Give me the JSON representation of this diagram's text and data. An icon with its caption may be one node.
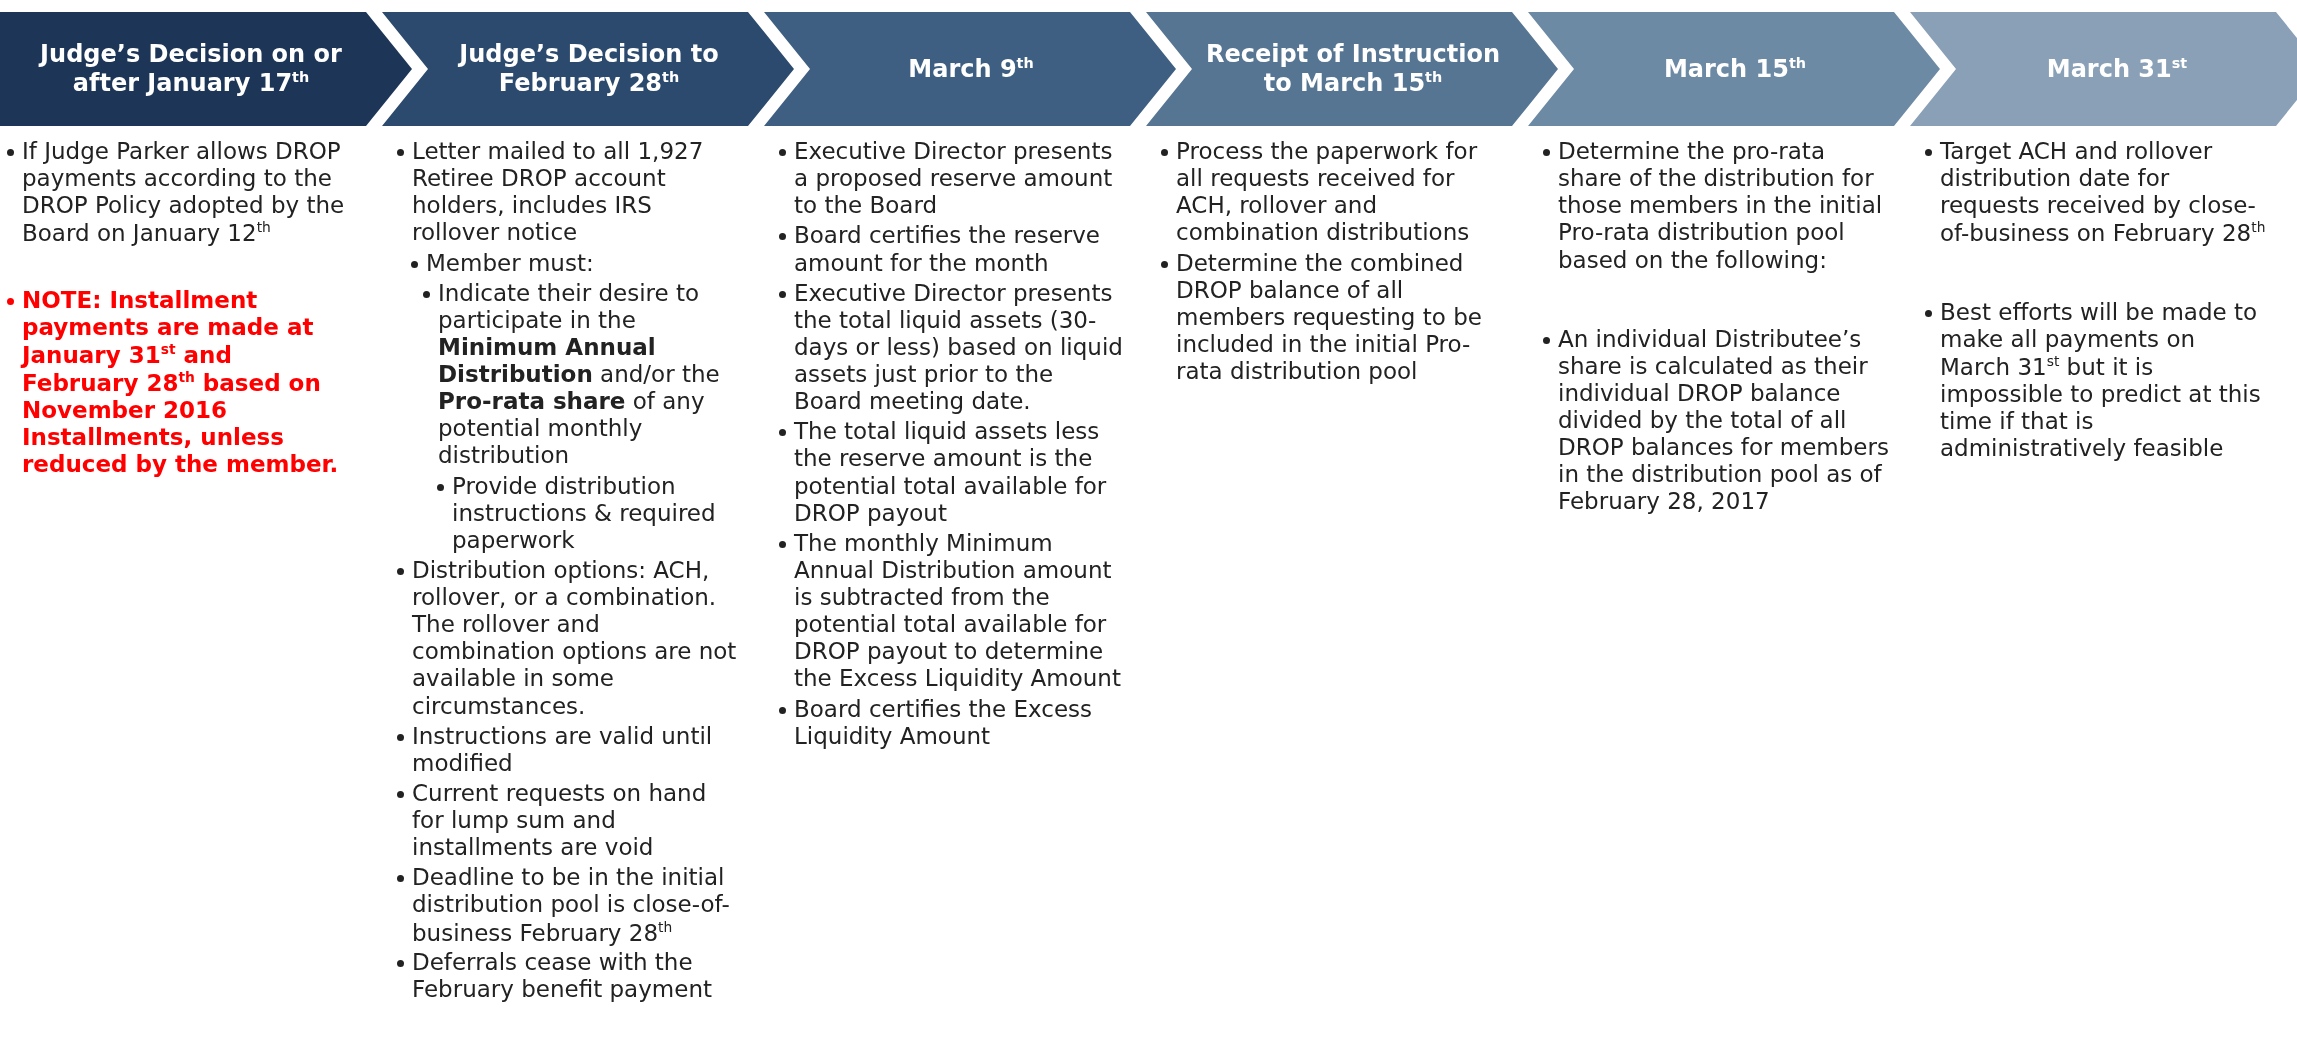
{
  "diagram": {
    "nodes": [
      {
        "text": [
          "Judge’s Decision on or after January 17$^{th}$"
        ],
        "beside": [
          "If Judge Parker allows DROP payments according to the DROP Policy adopted by the Board on January 12$^{th}$",
          "NOTE: Installment payments are made at January 31$^{st}$ and February 28$^{th}$ based on November 2016 Installments, unless reduced by the member."
        ]
      },
      {
        "text": [
          "Judge’s Decision to February 28$^{th}$"
        ],
        "beside": [
          "Letter mailed to all 1,927 Retiree DROP account holders, includes IRS rollover notice",
          "Member must:",
          "Indicate their desire to participate in the **Minimum Annual Distribution** and/or the **Pro-rata share** of any potential monthly distribution",
          "Provide distribution instructions & required paperwork",
          "Distribution options: ACH, rollover, or a combination. The rollover and combination options are not available in some circumstances.",
          "Instructions are valid until modified",
          "Current requests on hand for lump sum and installments are void",
          "Deadline to be in the initial distribution pool is close-of-business February 28$^{th}$",
          "Deferrals cease with the February benefit payment"
        ]
      },
      {
        "text": [
          "March 9$^{th}$"
        ],
        "beside": [
          "Executive Director presents a proposed reserve amount to the Board",
          "Board certifies the reserve amount for the month",
          "Executive Director presents the total liquid assets (30-days or less) based on liquid assets just prior to the Board meeting date.",
          "The total liquid assets less the reserve amount is the potential total available for DROP payout",
          "The monthly Minimum Annual Distribution amount is subtracted from the potential total available for DROP payout to determine the Excess Liquidity Amount",
          "Board certifies the Excess Liquidity Amount"
        ]
      },
      {
        "text": [
          "Receipt of Instruction to March 15$^{th}$"
        ],
        "beside": [
          "Process the paperwork for all requests received for ACH, rollover and combination distributions",
          "Determine the combined DROP balance of all members requesting to be included in the initial Pro-rata distribution pool"
        ]
      },
      {
        "text": [
          "March 15$^{th}$"
        ],
        "beside": [
          "Determine the pro-rata share of the distribution for those members in the initial Pro-rata distribution pool based on the following:",
          "An individual Distributee’s share is calculated as their individual DROP balance divided by the total of all DROP balances for members in the distribution pool as of February 28, 2017"
        ]
      },
      {
        "text": [
          "March 31$^{st}$"
        ],
        "beside": [
          "Target ACH and rollover distribution date for requests received by close-of-business on February 28$^{th}$",
          "Best efforts will be made to make all payments on March 31$^{st}$ but it is impossible to predict at this time if that is administratively feasible"
        ]
      }
    ]
  }
}
